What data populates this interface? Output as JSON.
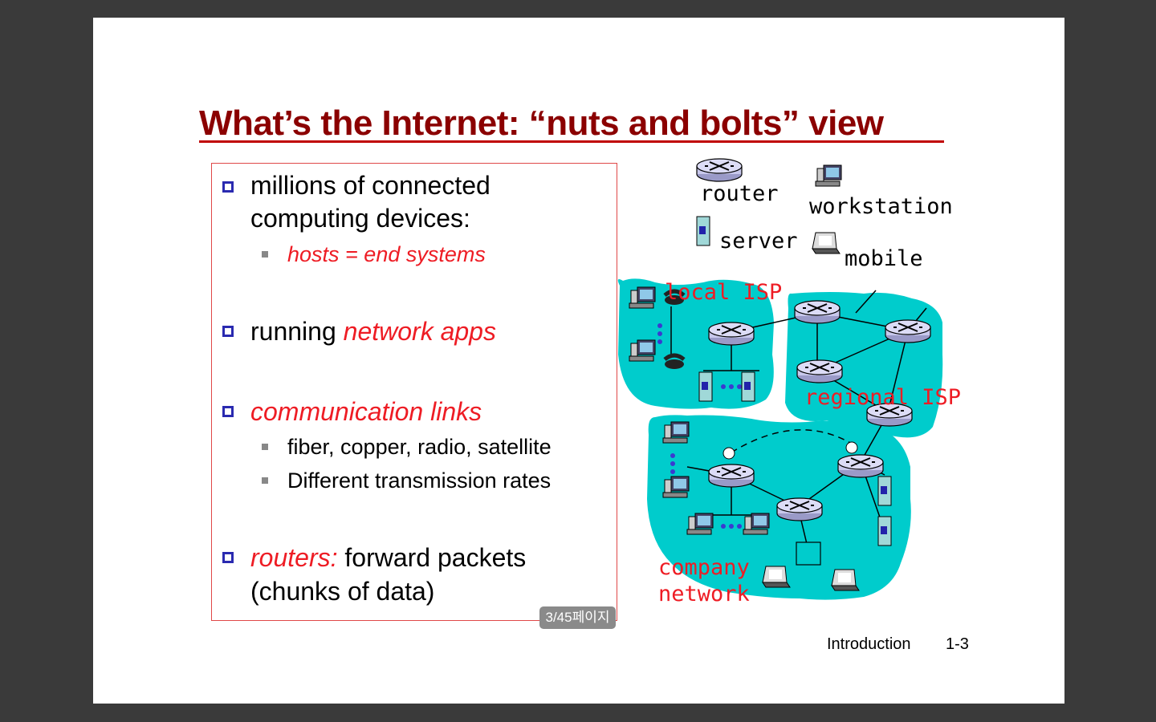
{
  "slide": {
    "title": "What’s the Internet: “nuts and bolts” view",
    "bullets": {
      "b1_line1": "millions of connected",
      "b1_line2": "computing devices:",
      "b1_sub1": "hosts = end systems",
      "b2_plain": "running ",
      "b2_italic": "network apps",
      "b3_italic": "communication links",
      "b3_sub1": "fiber, copper, radio, satellite",
      "b3_sub2": "Different transmission rates",
      "b4_italic": "routers:",
      "b4_plain": " forward packets",
      "b4_line2": "(chunks of data)"
    },
    "footer_left": "Introduction",
    "footer_right": "1-3"
  },
  "legend": {
    "router": "router",
    "workstation": "workstation",
    "server": "server",
    "mobile": "mobile"
  },
  "network_labels": {
    "local_isp": "local ISP",
    "regional_isp": "regional ISP",
    "company_line1": "company",
    "company_line2": "network"
  },
  "page_indicator": "3/45페이지",
  "colors": {
    "title": "#8b0000",
    "accent_red": "#ee1c24",
    "cloud": "#00cccc",
    "bullet": "#2a2ab0"
  }
}
